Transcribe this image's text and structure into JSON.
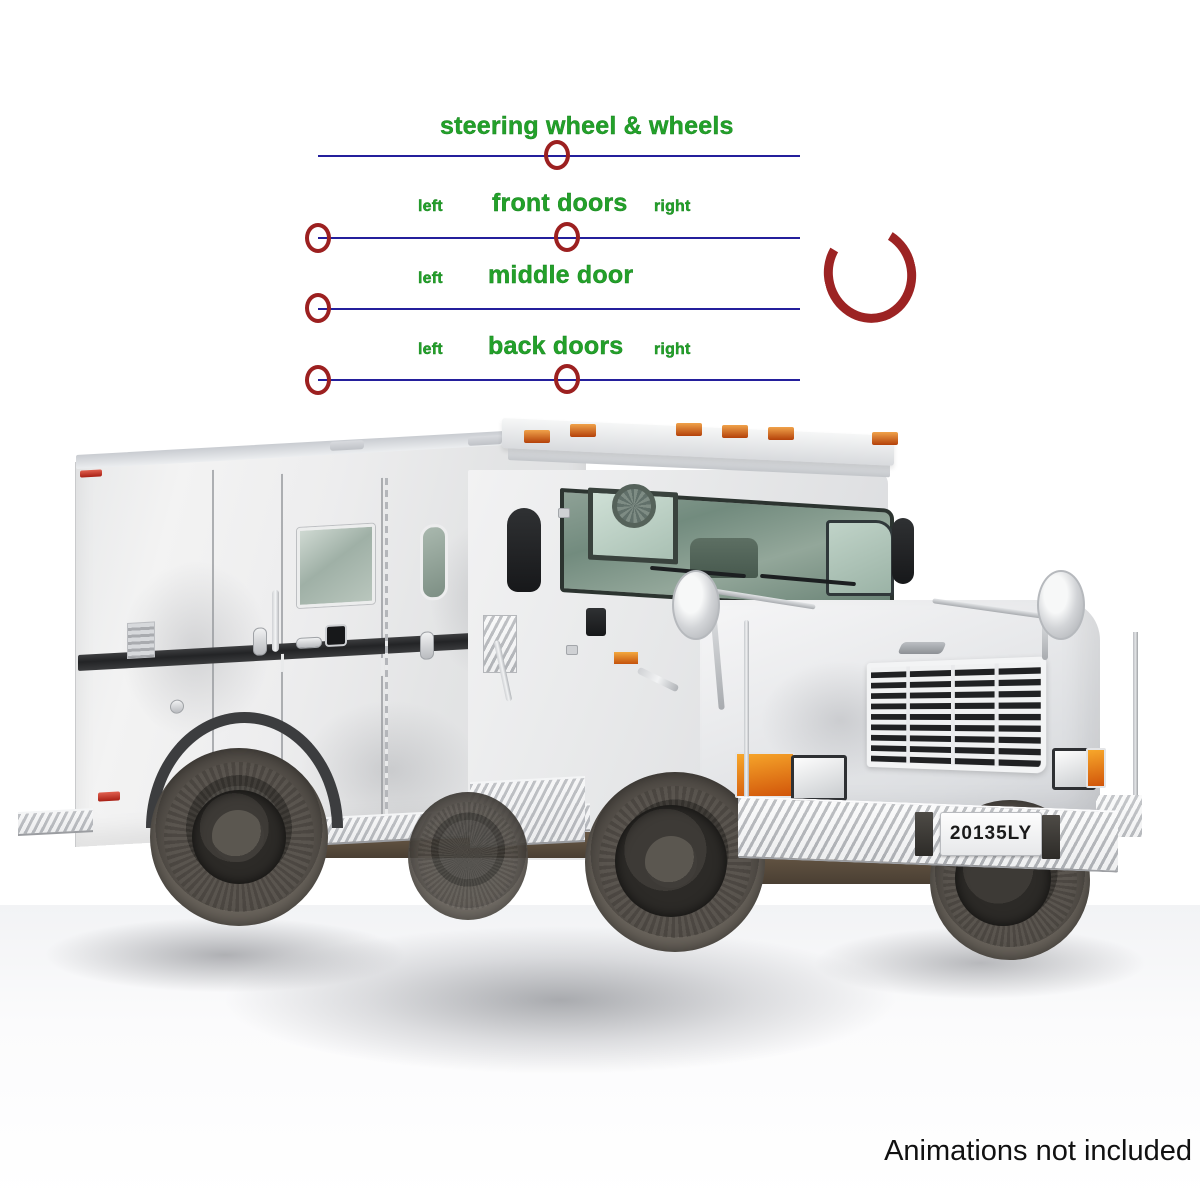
{
  "annotations": {
    "rows": [
      {
        "id": "steering",
        "title": "steering wheel & wheels",
        "left_label": "",
        "right_label": "",
        "has_left_dot": false,
        "has_center_dot": true,
        "line_color": "#241f9c",
        "dot_color": "#9c2020",
        "text_color": "#23a12a"
      },
      {
        "id": "front-doors",
        "title": "front doors",
        "left_label": "left",
        "right_label": "right",
        "has_left_dot": true,
        "has_center_dot": true,
        "line_color": "#241f9c",
        "dot_color": "#9c2020",
        "text_color": "#23a12a"
      },
      {
        "id": "middle-door",
        "title": "middle door",
        "left_label": "left",
        "right_label": "",
        "has_left_dot": true,
        "has_center_dot": false,
        "line_color": "#241f9c",
        "dot_color": "#9c2020",
        "text_color": "#23a12a"
      },
      {
        "id": "back-doors",
        "title": "back doors",
        "left_label": "left",
        "right_label": "right",
        "has_left_dot": true,
        "has_center_dot": true,
        "line_color": "#241f9c",
        "dot_color": "#9c2020",
        "text_color": "#23a12a"
      }
    ],
    "rotation_handle": {
      "name": "open-ring",
      "color": "#9c2323"
    }
  },
  "vehicle": {
    "license_plate": "20135LY",
    "body_color": "#e9eaeb",
    "stripe_color": "#232426",
    "tire_color": "#57524b"
  },
  "footer": {
    "note": "Animations not included"
  }
}
